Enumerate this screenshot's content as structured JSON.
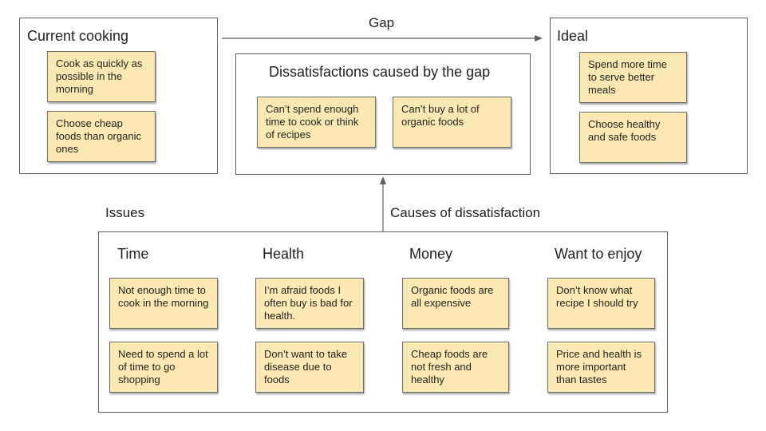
{
  "gap_label": "Gap",
  "current": {
    "title": "Current cooking",
    "notes": [
      "Cook as quickly as possible in the morning",
      "Choose cheap foods than organic ones"
    ]
  },
  "dissatisfactions": {
    "title": "Dissatisfactions caused by the gap",
    "notes": [
      "Can’t spend enough time to cook or think of recipes",
      "Can’t buy a lot of organic foods"
    ]
  },
  "ideal": {
    "title": "Ideal",
    "notes": [
      "Spend more time to serve better meals",
      "Choose healthy and safe foods"
    ]
  },
  "issues_label": "Issues",
  "causes_label": "Causes of dissatisfaction",
  "issues": {
    "time": {
      "title": "Time",
      "notes": [
        "Not enough time to cook in the morning",
        "Need to spend a lot of time to go shopping"
      ]
    },
    "health": {
      "title": "Health",
      "notes": [
        "I’m afraid foods I often buy is bad for health.",
        "Don’t want to take disease due to foods"
      ]
    },
    "money": {
      "title": "Money",
      "notes": [
        "Organic foods are all expensive",
        "Cheap foods are not fresh and healthy"
      ]
    },
    "enjoy": {
      "title": "Want to enjoy",
      "notes": [
        "Don’t know what recipe I should try",
        "Price and health is more important than tastes"
      ]
    }
  }
}
